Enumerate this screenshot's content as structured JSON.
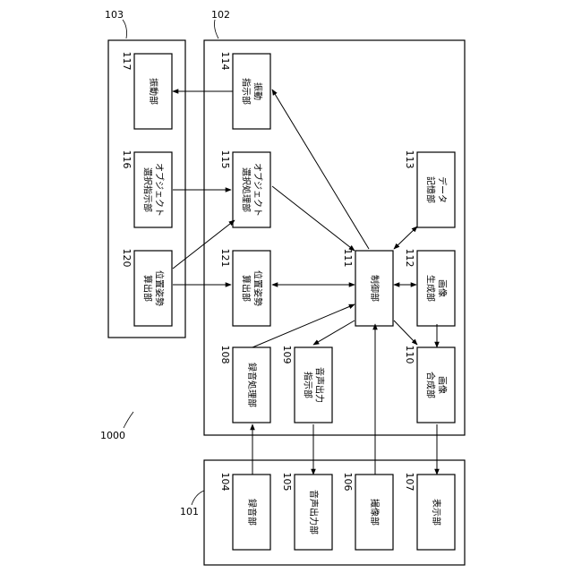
{
  "labels": {
    "system": "1000",
    "terminal": "101",
    "server": "102",
    "controller": "103"
  },
  "blocks": {
    "b104": {
      "num": "104",
      "lines": [
        "録音部"
      ]
    },
    "b105": {
      "num": "105",
      "lines": [
        "音声出力部"
      ]
    },
    "b106": {
      "num": "106",
      "lines": [
        "撮像部"
      ]
    },
    "b107": {
      "num": "107",
      "lines": [
        "表示部"
      ]
    },
    "b108": {
      "num": "108",
      "lines": [
        "録音処理部"
      ]
    },
    "b109": {
      "num": "109",
      "lines": [
        "音声出力",
        "指示部"
      ]
    },
    "b110": {
      "num": "110",
      "lines": [
        "画像",
        "合成部"
      ]
    },
    "b111": {
      "num": "111",
      "lines": [
        "制御部"
      ]
    },
    "b112": {
      "num": "112",
      "lines": [
        "画像",
        "生成部"
      ]
    },
    "b113": {
      "num": "113",
      "lines": [
        "データ",
        "記憶部"
      ]
    },
    "b114": {
      "num": "114",
      "lines": [
        "振動",
        "指示部"
      ]
    },
    "b115": {
      "num": "115",
      "lines": [
        "オブジェクト",
        "選択処理部"
      ]
    },
    "b116": {
      "num": "116",
      "lines": [
        "オブジェクト",
        "選択指示部"
      ]
    },
    "b117": {
      "num": "117",
      "lines": [
        "振動部"
      ]
    },
    "b120": {
      "num": "120",
      "lines": [
        "位置姿勢",
        "算出部"
      ]
    },
    "b121": {
      "num": "121",
      "lines": [
        "位置姿勢",
        "算出部"
      ]
    }
  }
}
